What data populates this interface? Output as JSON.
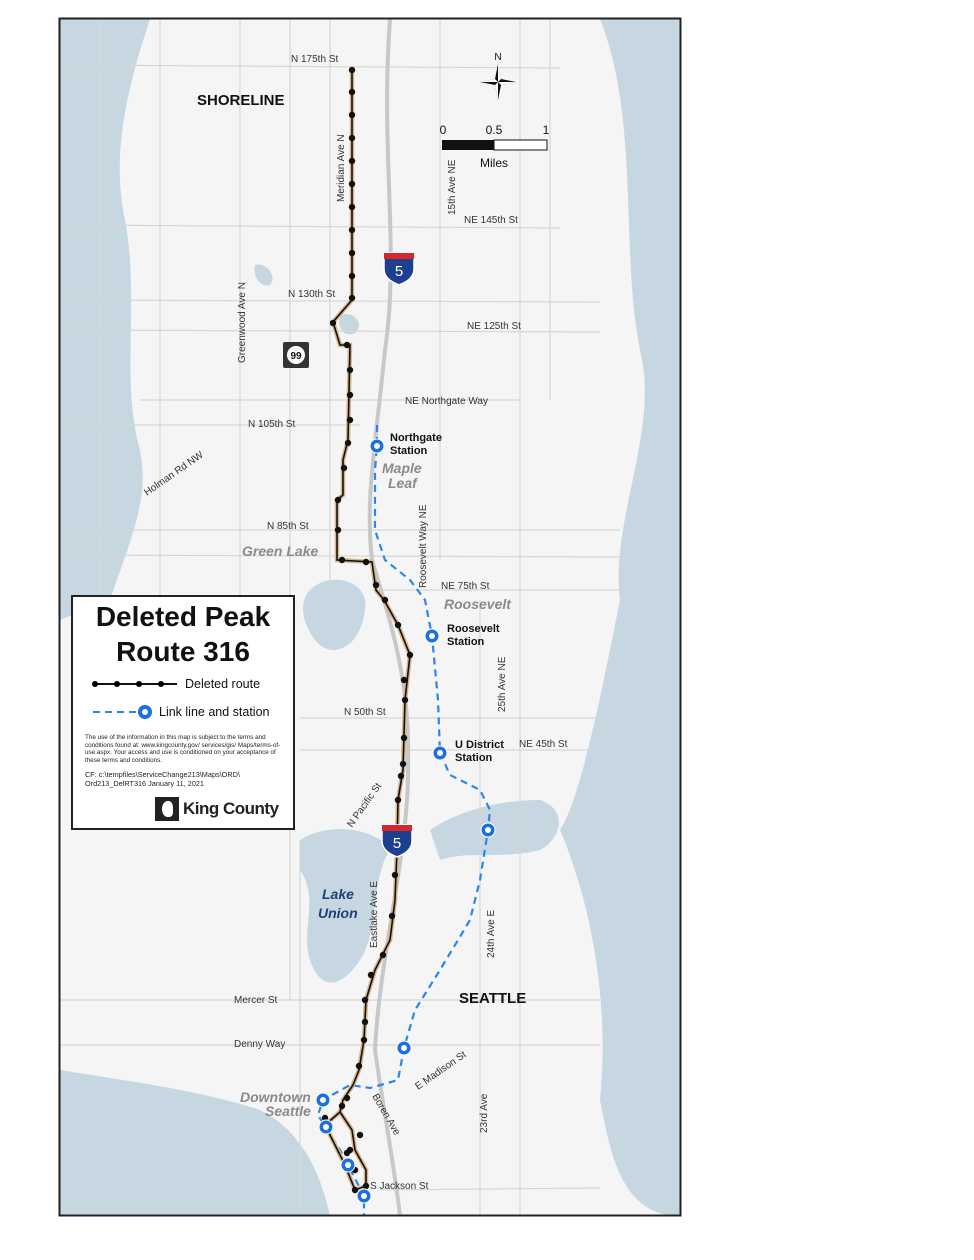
{
  "title": {
    "line1": "Deleted Peak",
    "line2": "Route 316"
  },
  "legend": {
    "deleted_route": "Deleted route",
    "link_line": "Link line and station",
    "disclaimer": "The use of the information in this map is subject to the terms and conditions found at: www.kingcounty.gov/ services/gis/ Maps/terms-of-use.aspx. Your access and use is conditioned on your acceptance of these terms and conditions.",
    "cf_line1": "CF: c:\\tempfiles\\ServiceChange213\\Maps\\ORD\\",
    "cf_line2": "Ord213_DelRT316   January 11, 2021",
    "agency": "King County"
  },
  "scale": {
    "t0": "0",
    "t1": "0.5",
    "t2": "1",
    "unit": "Miles"
  },
  "north": "N",
  "cities": {
    "shoreline": "SHORELINE",
    "seattle": "SEATTLE"
  },
  "neighborhoods": {
    "maple1": "Maple",
    "maple2": "Leaf",
    "green_lake": "Green Lake",
    "roosevelt": "Roosevelt",
    "downtown1": "Downtown",
    "downtown2": "Seattle"
  },
  "water": {
    "lu1": "Lake",
    "lu2": "Union"
  },
  "stations": {
    "northgate1": "Northgate",
    "northgate2": "Station",
    "roosevelt1": "Roosevelt",
    "roosevelt2": "Station",
    "udistrict1": "U District",
    "udistrict2": "Station"
  },
  "streets": {
    "n175": "N 175th St",
    "meridian": "Meridian Ave N",
    "ave15": "15th Ave NE",
    "ne145": "NE 145th St",
    "n130": "N 130th St",
    "ne125": "NE 125th St",
    "greenwood": "Greenwood Ave N",
    "northgate": "NE Northgate Way",
    "n105": "N 105th St",
    "holman": "Holman Rd NW",
    "n85": "N 85th St",
    "roosevelt_way": "Roosevelt Way NE",
    "ne75": "NE 75th St",
    "ave25": "25th Ave NE",
    "n50": "N 50th St",
    "ne45": "NE 45th St",
    "pacific": "N Pacific St",
    "eastlake": "Eastlake Ave E",
    "ave24": "24th Ave E",
    "mercer": "Mercer St",
    "denny": "Denny Way",
    "madison": "E Madison St",
    "boren": "Boren Ave",
    "ave23": "23rd Ave",
    "jackson": "S Jackson St"
  },
  "shields": {
    "i5": "5",
    "sr99": "99"
  },
  "colors": {
    "water": "#c6d7e1",
    "land": "#f5f5f5",
    "route": "#111111",
    "route_casing": "#d8b48c",
    "link": "#2b86e8"
  }
}
